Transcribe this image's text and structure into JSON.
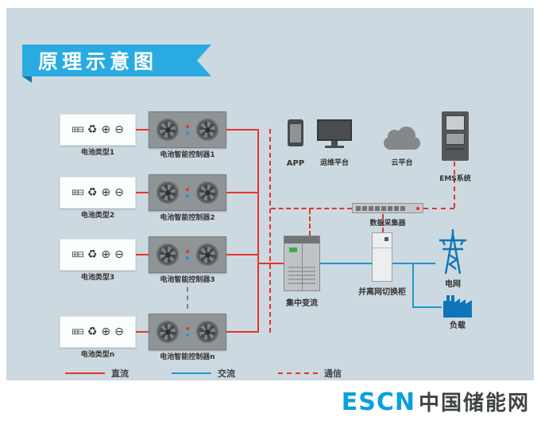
{
  "ribbon": {
    "title": "原理示意图"
  },
  "rows": [
    {
      "battery": "电池类型1",
      "controller": "电池智能控制器1"
    },
    {
      "battery": "电池类型2",
      "controller": "电池智能控制器2"
    },
    {
      "battery": "电池类型3",
      "controller": "电池智能控制器3"
    },
    {
      "battery": "电池类型n",
      "controller": "电池智能控制器n"
    }
  ],
  "icons": {
    "cells": "⊞⊟",
    "recycle": "♻",
    "plus": "⊕",
    "minus": "⊖"
  },
  "devices": {
    "app": "APP",
    "ops_platform": "运维平台",
    "cloud_platform": "云平台",
    "ems": "EMS系统",
    "data_collector": "数据采集器",
    "converter": "集中变流",
    "switch_cabinet": "并离网切换柜",
    "grid": "电网",
    "load": "负载"
  },
  "legend": {
    "dc": {
      "label": "直流",
      "color": "#e8332a",
      "style": "solid"
    },
    "ac": {
      "label": "交流",
      "color": "#2196cf",
      "style": "solid"
    },
    "comm": {
      "label": "通信",
      "color": "#e8332a",
      "style": "dashed"
    }
  },
  "footer": {
    "brand": "ESCN",
    "site_name": "中国储能网"
  },
  "colors": {
    "panel": "#cdd9e0",
    "ribbon": "#29abe2",
    "device_gray": "#8f9497",
    "icon_blue": "#0d76ba"
  }
}
